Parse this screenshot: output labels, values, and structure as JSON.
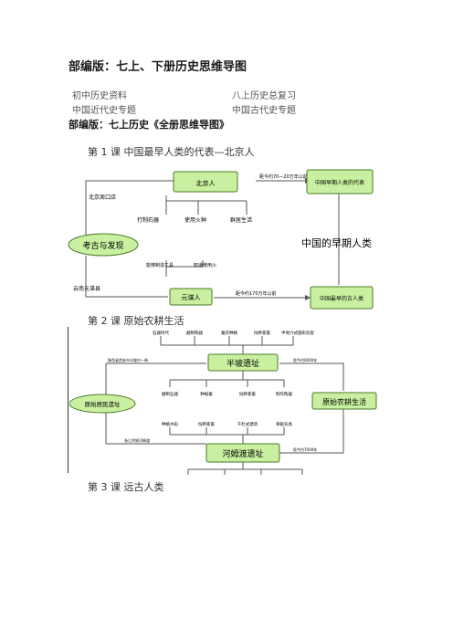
{
  "page_title": "部编版：七上、下册历史思维导图",
  "links": [
    {
      "label": "初中历史资料"
    },
    {
      "label": "八上历史总复习"
    },
    {
      "label": "中国近代史专题"
    },
    {
      "label": "中国古代史专题"
    }
  ],
  "subtitle": "部编版：七上历史《全册思维导图》",
  "lessons": [
    {
      "title": "第 1 课 中国最早人类的代表—北京人",
      "nodes": {
        "beijing_ren": "北京人",
        "zhoukoudian": "北京周口店",
        "time1": "距今约70—20万年以前",
        "representative": "中国早期人类的代表",
        "tool1": "打制石器",
        "fire1": "使用火种",
        "group": "群居生活",
        "archaeology": "考古与发现",
        "early_humans": "中国的早期人类",
        "tool_make": "能够制造工具",
        "fire_use": "知道使用火",
        "yunnan": "云南元谋县",
        "yuanmou": "元谋人",
        "time2": "距今约170万年以前",
        "earliest": "中国最早的古人类"
      }
    },
    {
      "title": "第 2 课  原始农耕生活",
      "nodes": {
        "top1": "石器时代",
        "top2": "磨制陶器",
        "top3": "粟的种植",
        "top4": "饲养家畜",
        "top5": "半地穴式圆形房屋",
        "banpo_loc": "陕西省西安市半坡村一带",
        "banpo": "半坡遗址",
        "banpo_time": "距今约6000年",
        "mid1": "磨制石器",
        "mid2": "种植粟",
        "mid3": "饲养家畜",
        "mid4": "制作陶器",
        "sites": "原始居民遗址",
        "farming": "原始农耕生活",
        "low1": "种植水稻",
        "low2": "饲养家畜",
        "low3": "干栏式建筑",
        "low4": "骨耜农具",
        "hemudu_loc": "浙江余姚河姆渡",
        "hemudu": "河姆渡遗址",
        "hemudu_time": "距今约7000年"
      }
    },
    {
      "title": "第 3 课  远古人类"
    }
  ]
}
